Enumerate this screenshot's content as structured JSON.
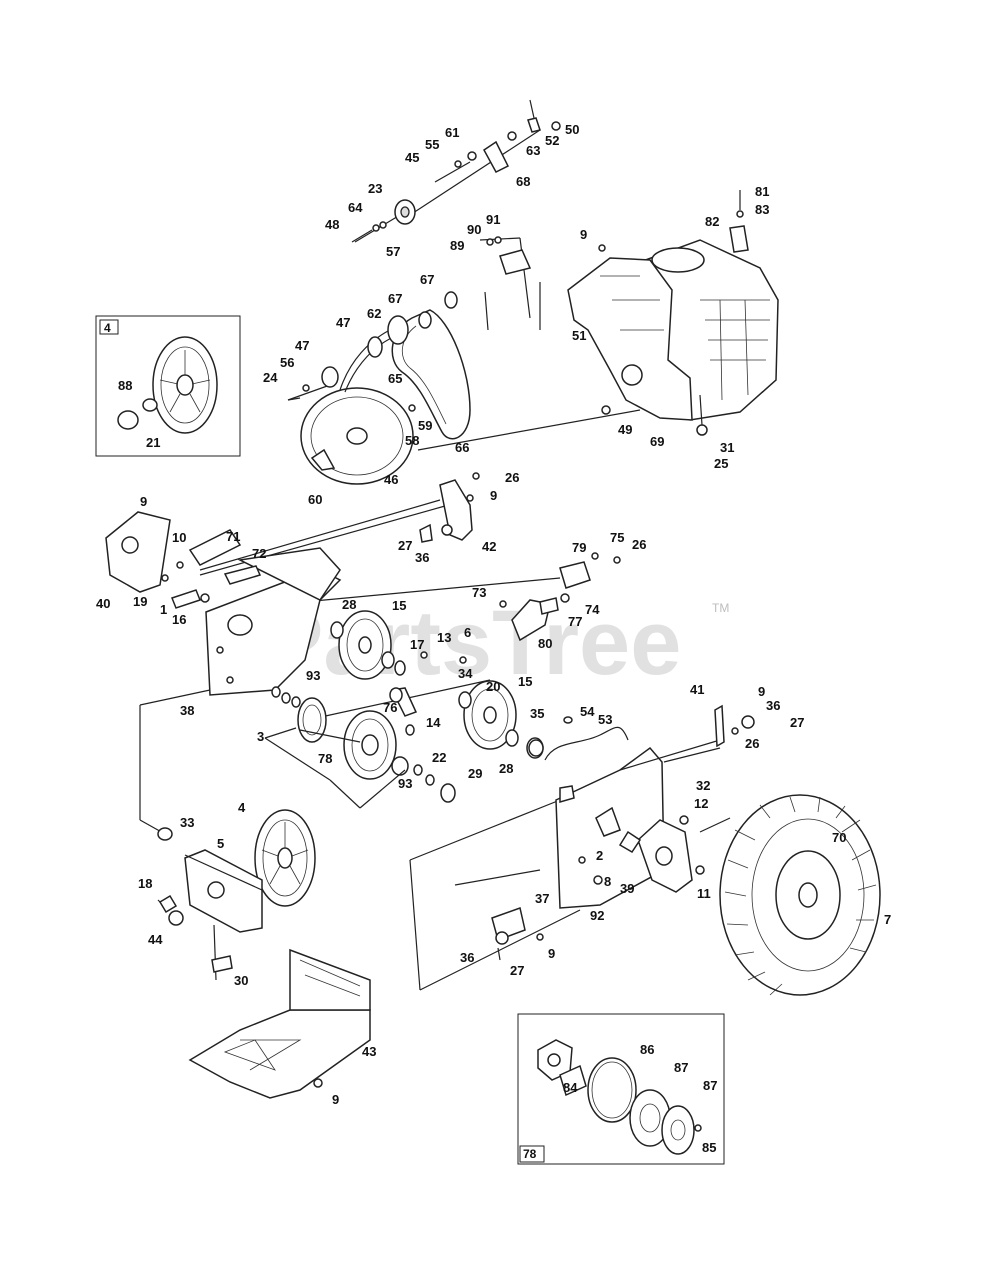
{
  "watermark": {
    "text": "PartsTree",
    "mark": "TM"
  },
  "inset_boxes": [
    {
      "label": "4"
    },
    {
      "label": "78"
    }
  ],
  "callouts": [
    "50",
    "52",
    "61",
    "55",
    "63",
    "45",
    "68",
    "23",
    "64",
    "48",
    "57",
    "91",
    "90",
    "89",
    "81",
    "83",
    "82",
    "9",
    "67",
    "62",
    "47",
    "51",
    "56",
    "24",
    "65",
    "59",
    "58",
    "66",
    "49",
    "69",
    "31",
    "25",
    "60",
    "46",
    "88",
    "21",
    "26",
    "27",
    "36",
    "42",
    "71",
    "72",
    "10",
    "40",
    "19",
    "1",
    "16",
    "28",
    "15",
    "75",
    "79",
    "73",
    "74",
    "77",
    "80",
    "17",
    "13",
    "6",
    "34",
    "38",
    "93",
    "20",
    "76",
    "14",
    "3",
    "78",
    "22",
    "35",
    "29",
    "54",
    "53",
    "41",
    "12",
    "32",
    "2",
    "8",
    "33",
    "5",
    "18",
    "44",
    "30",
    "43",
    "37",
    "92",
    "39",
    "11",
    "70",
    "7",
    "86",
    "84",
    "87",
    "85"
  ]
}
